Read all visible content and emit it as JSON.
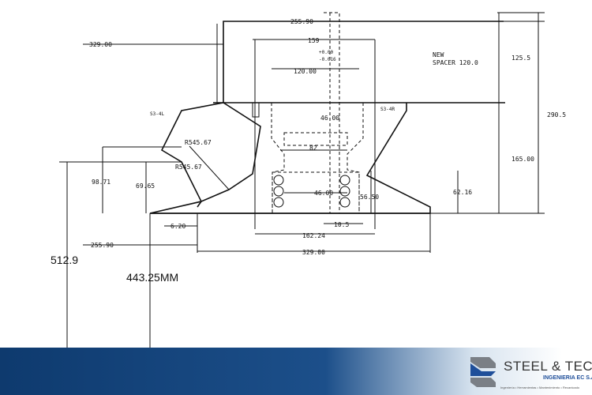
{
  "drawing": {
    "dims": {
      "top_dia": "255.90",
      "width_159": "159",
      "tol": "+0.00\n-0.016",
      "tol_plus": "+0.00",
      "tol_minus": "-0.016",
      "bore_dia": "120.00",
      "left_dia": "329.00",
      "note_line1": "NEW",
      "note_line2": "SPACER 120.0",
      "h_125": "125.5",
      "h_290": "290.5",
      "h_165": "165.00",
      "label_left": "S3-4L",
      "label_right": "S3-4R",
      "d46_top": "46.00",
      "r1": "R545.67",
      "r2": "R545.67",
      "d82": "82",
      "h_98": "98.71",
      "h_69": "69.65",
      "d46_mid": "46.00",
      "h_56": "56.50",
      "h_62": "62.16",
      "d6": "6.20",
      "d10": "10.5",
      "bottom_dia_left": "255.90",
      "bottom_dia_162": "162.24",
      "bottom_dia_329": "329.00",
      "h_512": "512.9",
      "h_443": "443.25MM"
    }
  },
  "logo": {
    "title": "STEEL & TECH",
    "subtitle": "INGENIERIA EC S.A.",
    "tagline": "Ingeniería • Herramientas • Mantenimiento • Recanicado"
  },
  "colors": {
    "band": "#0e3a6e",
    "logo_blue": "#1f4f9a"
  }
}
